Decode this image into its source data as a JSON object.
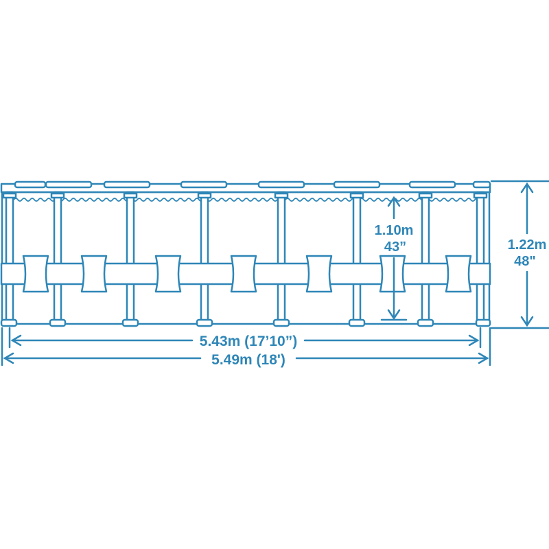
{
  "colors": {
    "line": "#2e86b7",
    "fill": "#ffffff"
  },
  "diagram": {
    "water_depth": {
      "metric": "1.10m",
      "imperial": "43”"
    },
    "wall_height": {
      "metric": "1.22m",
      "imperial": "48\""
    },
    "inner_width": {
      "label": "5.43m (17’10”)"
    },
    "outer_width": {
      "label": "5.49m (18')"
    }
  }
}
